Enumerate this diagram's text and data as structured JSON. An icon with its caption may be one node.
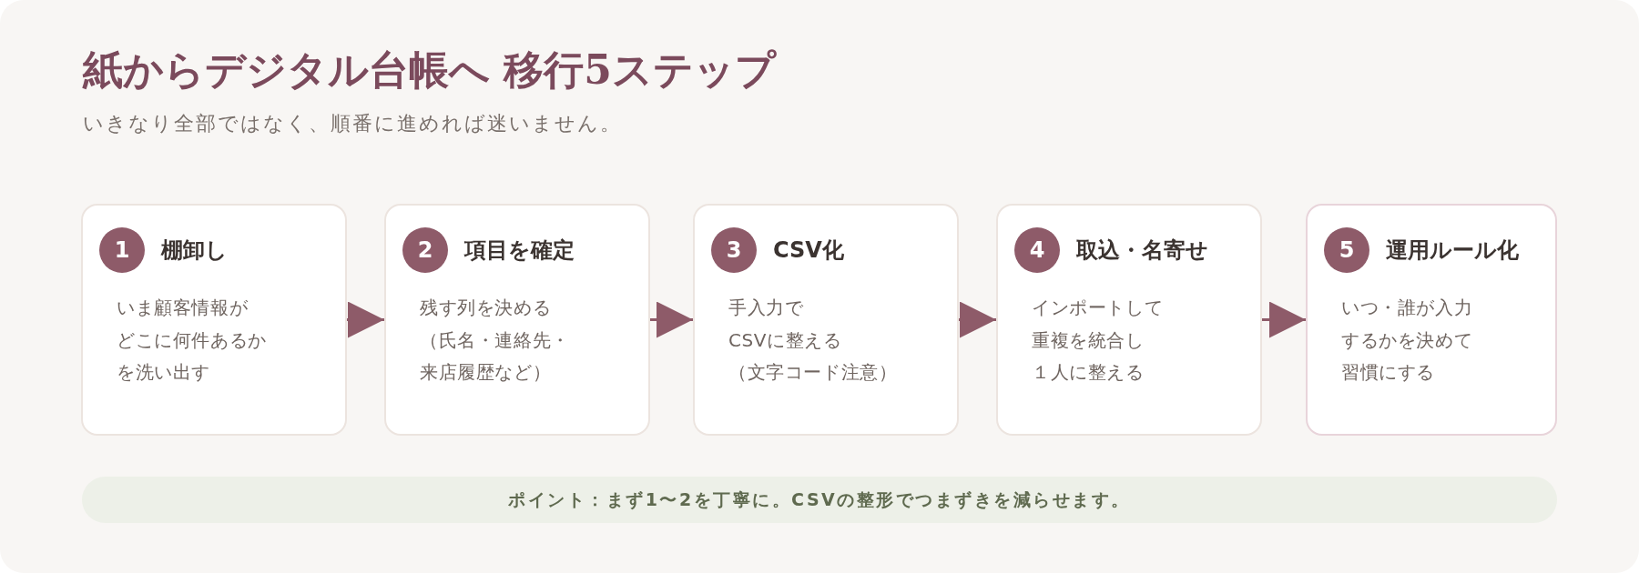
{
  "diagram": {
    "title": "紙からデジタル台帳へ 移行5ステップ",
    "nodes": [
      {
        "text": [
          "棚卸し",
          "いま顧客情報がどこに何件あるかを洗い出す"
        ]
      },
      {
        "text": [
          "1"
        ],
        "in": 0
      },
      {
        "text": [
          "項目を確定",
          "残す列を決める（氏名・連絡先・来店履歴など）"
        ]
      },
      {
        "text": [
          "2"
        ],
        "in": 2
      },
      {
        "text": [
          "CSV化",
          "手入力でCSVに整える（文字コード注意）"
        ]
      },
      {
        "text": [
          "3"
        ],
        "in": 4
      },
      {
        "text": [
          "取込・名寄せ",
          "インポートして重複を統合し１人に整える"
        ]
      },
      {
        "text": [
          "4"
        ],
        "in": 6
      },
      {
        "text": [
          "運用ルール化",
          "いつ・誰が入力するかを決めて習慣にする"
        ]
      },
      {
        "text": [
          "5"
        ],
        "in": 8
      },
      {
        "text": [
          "ポイント：まず1〜2を丁寧に。CSVの整形でつまずきを減らせます。"
        ]
      }
    ],
    "edges": [
      {
        "from": 0,
        "to": 2,
        "arrow": "to"
      },
      {
        "from": 2,
        "to": 4,
        "arrow": "to"
      },
      {
        "from": 4,
        "to": 6,
        "arrow": "to"
      },
      {
        "from": 6,
        "to": 8,
        "arrow": "to"
      }
    ],
    "labels": [
      "いきなり全部ではなく、順番に進めれば迷いません。"
    ]
  }
}
